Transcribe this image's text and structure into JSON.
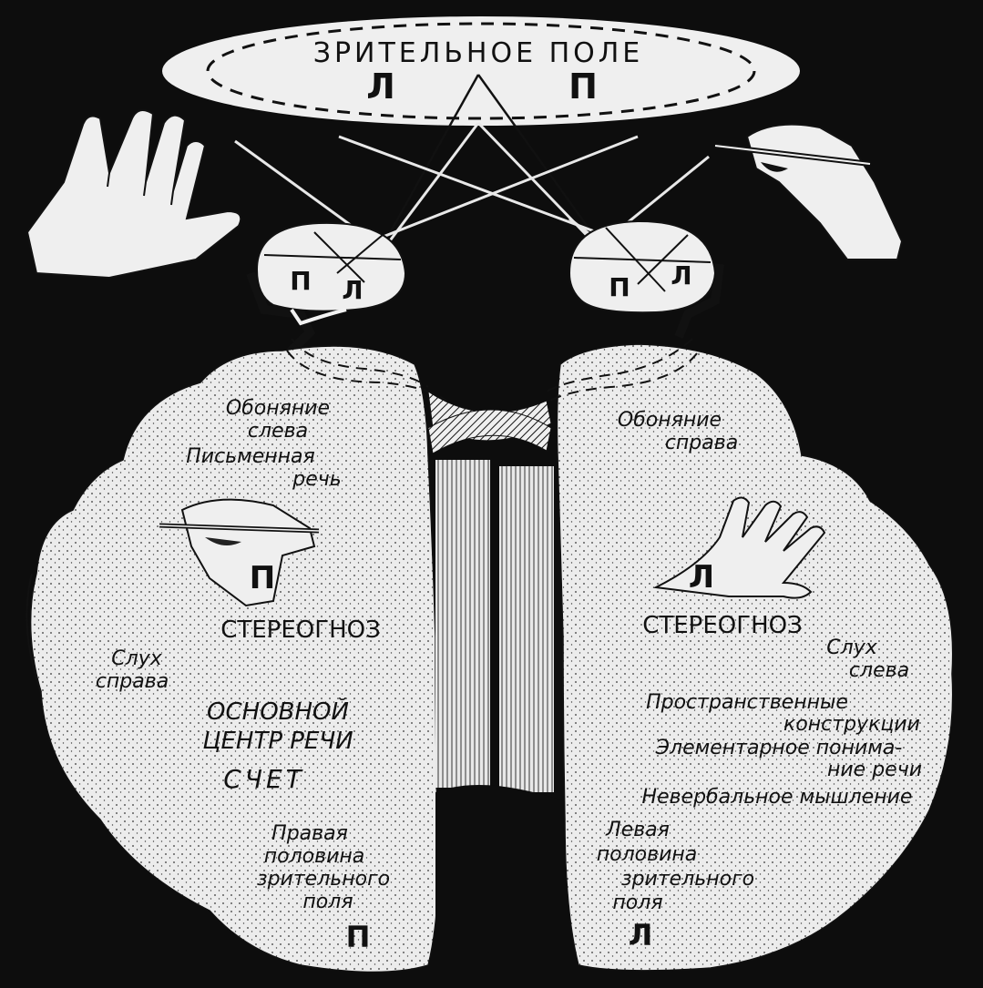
{
  "visual_field": {
    "title": "ЗРИТЕЛЬНОЕ ПОЛЕ",
    "left_mark": "Л",
    "right_mark": "П"
  },
  "eyes": {
    "left_eye": {
      "mark_a": "П",
      "mark_b": "Л"
    },
    "right_eye": {
      "mark_a": "П",
      "mark_b": "Л"
    }
  },
  "left_hemisphere": {
    "smell": "Обоняние слева",
    "smell_lines": [
      "Обоняние",
      "слева"
    ],
    "writing_lines": [
      "Письменная",
      "речь"
    ],
    "hand_mark": "П",
    "stereognosis": "СТЕРЕОГНОЗ",
    "hearing_lines": [
      "Слух",
      "справа"
    ],
    "speech_center_lines": [
      "ОСНОВНОЙ",
      "ЦЕНТР РЕЧИ"
    ],
    "counting": "СЧЕТ",
    "visual_half_lines": [
      "Правая",
      "половина",
      "зрительного",
      "поля"
    ],
    "bottom_mark": "П"
  },
  "right_hemisphere": {
    "smell_lines": [
      "Обоняние",
      "справа"
    ],
    "hand_mark": "Л",
    "stereognosis": "СТЕРЕОГНОЗ",
    "hearing_lines": [
      "Слух",
      "слева"
    ],
    "spatial_lines": [
      "Пространственные",
      "конструкции"
    ],
    "speech_elem_lines": [
      "Элементарное понима-",
      "ние речи"
    ],
    "nonverbal": "Невербальное мышление",
    "visual_half_lines": [
      "Левая",
      "половина",
      "зрительного",
      "поля"
    ],
    "bottom_mark": "Л"
  },
  "colors": {
    "background": "#0d0d0d",
    "ink": "#111111",
    "paper": "#efefef"
  }
}
